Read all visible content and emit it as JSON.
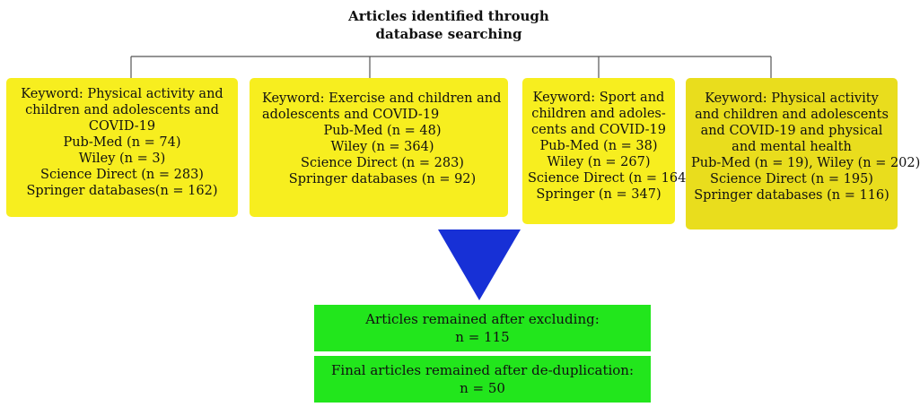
{
  "title": {
    "line1": "Articles identified through",
    "line2": "database searching"
  },
  "boxes": [
    {
      "keyword": "Keyword: Physical activity and children and adolescents and COVID-19",
      "lines": [
        "Pub-Med (n = 74)",
        "Wiley (n = 3)",
        "Science Direct (n = 283)",
        "Springer databases(n = 162)"
      ]
    },
    {
      "keyword": "Keyword: Exercise and children and adolescents and COVID-19",
      "lines": [
        "Pub-Med (n = 48)",
        "Wiley (n = 364)",
        "Science Direct (n = 283)",
        "Springer databases (n = 92)"
      ]
    },
    {
      "keyword": "Keyword: Sport and children and adoles-cents and COVID-19",
      "lines": [
        "Pub-Med (n = 38)",
        "Wiley (n = 267)",
        "Science Direct (n = 164)",
        "Springer (n = 347)"
      ]
    },
    {
      "keyword": "Keyword: Physical activity and children and adolescents and COVID-19 and physical and mental health",
      "lines": [
        "Pub-Med (n = 19), Wiley (n = 202)",
        "Science Direct (n = 195)",
        "Springer databases (n = 116)"
      ]
    }
  ],
  "results": [
    {
      "line1": "Articles remained after excluding:",
      "line2": "n = 115"
    },
    {
      "line1": "Final articles remained after de-duplication:",
      "line2": "n = 50"
    }
  ],
  "colors": {
    "box": "#f7ee1f",
    "box_alt": "#e9dd1d",
    "result": "#22e61c",
    "arrow": "#1730d6",
    "line": "#555555"
  }
}
